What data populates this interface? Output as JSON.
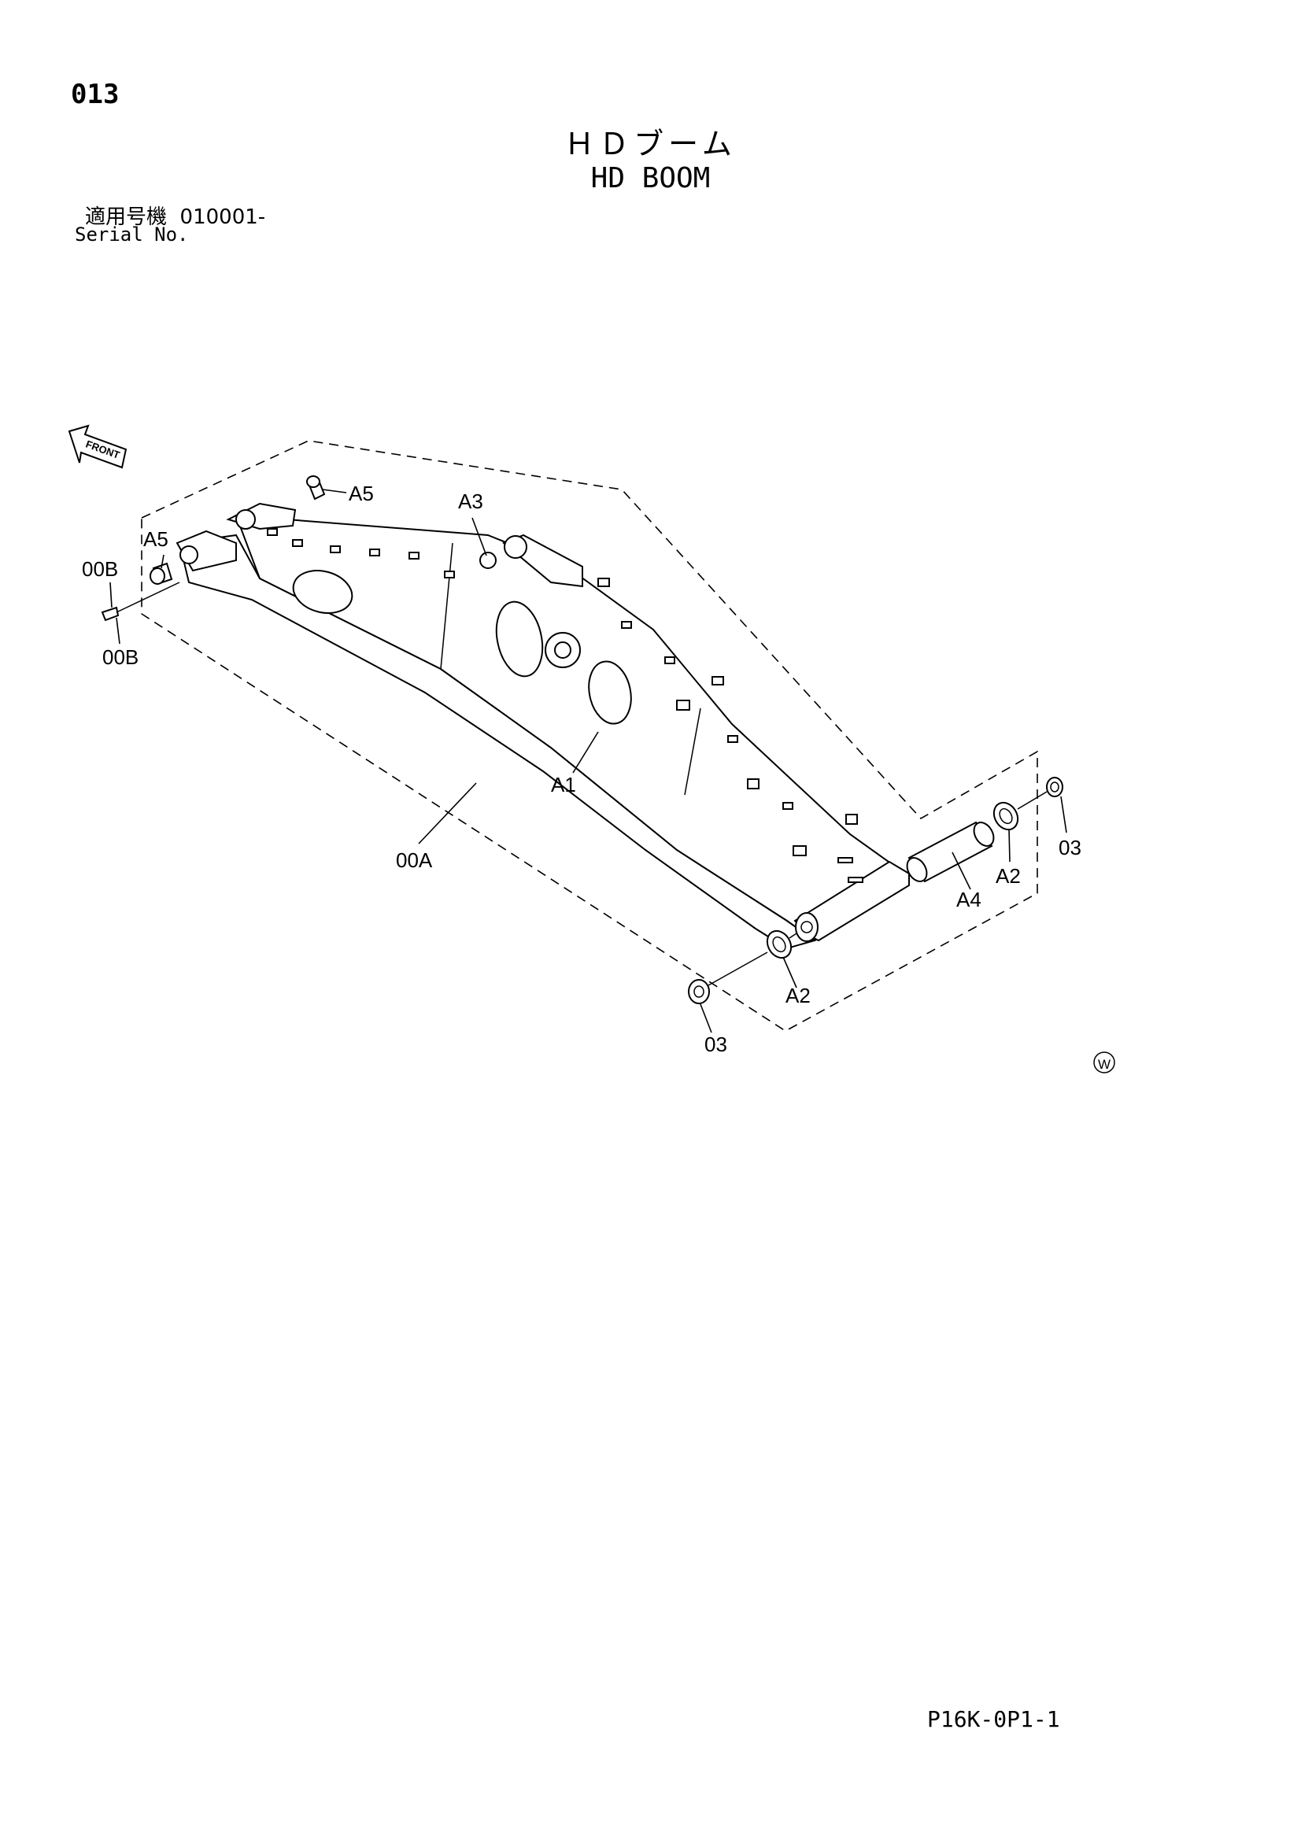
{
  "header": {
    "page_number": "013",
    "title_ja": "ＨＤブーム",
    "title_en": "HD BOOM",
    "serial_label_ja": "適用号機",
    "serial_value": "010001-",
    "serial_label_en": "Serial No."
  },
  "diagram": {
    "front_label": "FRONT",
    "callouts": [
      {
        "id": "a5-top",
        "label": "A5"
      },
      {
        "id": "a3",
        "label": "A3"
      },
      {
        "id": "a5-left",
        "label": "A5"
      },
      {
        "id": "00b-top",
        "label": "00B"
      },
      {
        "id": "00b-bottom",
        "label": "00B"
      },
      {
        "id": "a1",
        "label": "A1"
      },
      {
        "id": "00a",
        "label": "00A"
      },
      {
        "id": "03-right",
        "label": "03"
      },
      {
        "id": "a2-right",
        "label": "A2"
      },
      {
        "id": "a4",
        "label": "A4"
      },
      {
        "id": "a2-bottom",
        "label": "A2"
      },
      {
        "id": "03-bottom",
        "label": "03"
      }
    ],
    "marker": "W"
  },
  "footer": {
    "drawing_code": "P16K-0P1-1"
  }
}
